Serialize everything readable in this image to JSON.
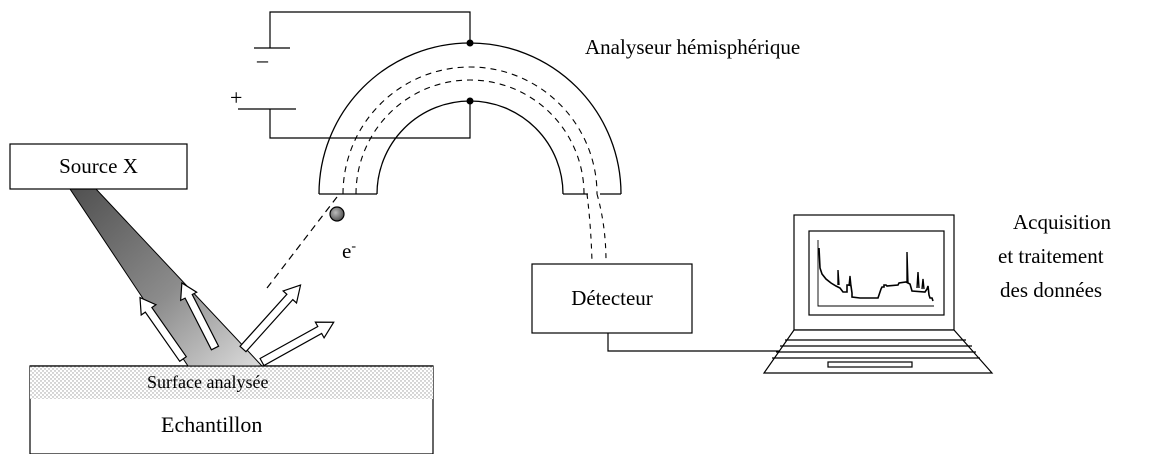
{
  "labels": {
    "analyzer": "Analyseur hémisphérique",
    "source": "Source X",
    "electron": "e",
    "electron_sup": "-",
    "detector": "Détecteur",
    "acquisition_lines": [
      "Acquisition",
      "et traitement",
      "des données"
    ],
    "surface": "Surface analysée",
    "sample": "Echantillon",
    "minus": "–",
    "plus": "+"
  },
  "colors": {
    "stroke": "#000000",
    "surface_texture": "#cccccc",
    "beam_dark": "#4d4d4d",
    "beam_light": "#d9d9d9",
    "electron_fill": "#777777"
  }
}
